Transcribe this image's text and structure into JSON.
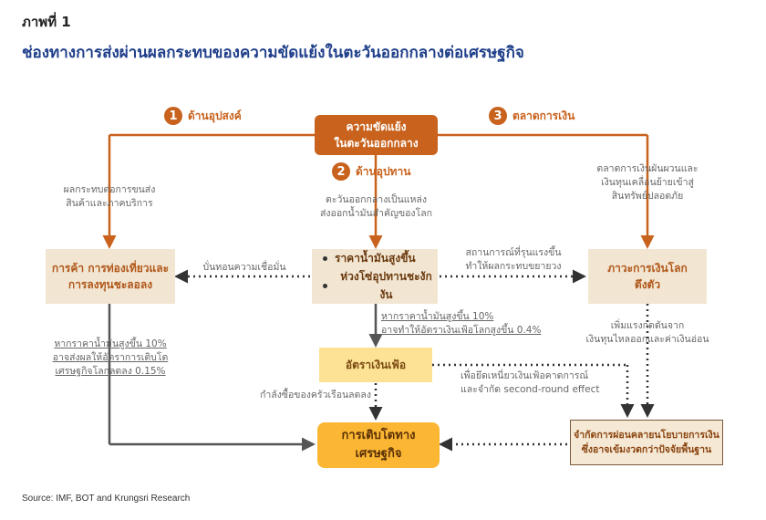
{
  "figure_label": "ภาพที่ 1",
  "title": "ช่องทางการส่งผ่านผลกระทบของความขัดแย้งในตะวันออกกลางต่อเศรษฐกิจ",
  "center_box": [
    "ความขัดแย้ง",
    "ในตะวันออกกลาง"
  ],
  "channels": [
    {
      "number": "1",
      "label": "ด้านอุปสงค์"
    },
    {
      "number": "2",
      "label": "ด้านอุปทาน"
    },
    {
      "number": "3",
      "label": "ตลาดการเงิน"
    }
  ],
  "left_box": [
    "การค้า การท่องเที่ยวและ",
    "การลงทุนชะลอลง"
  ],
  "middle_box": [
    "ราคาน้ำมันสูงขึ้น",
    "ห่วงโซ่อุปทานชะงักงัน"
  ],
  "right_box": [
    "ภาวะการเงินโลก",
    "ตึงตัว"
  ],
  "inflation_box": "อัตราเงินเฟ้อ",
  "growth_box": [
    "การเติบโตทาง",
    "เศรษฐกิจ"
  ],
  "policy_box": [
    "จำกัดการผ่อนคลายนโยบายการเงิน",
    "ซึ่งอาจเข้มงวดกว่าปัจจัยพื้นฐาน"
  ],
  "notes": {
    "demand_effect": [
      "ผลกระทบต่อการขนส่ง",
      "สินค้าและภาคบริการ"
    ],
    "supply_effect": [
      "ตะวันออกกลางเป็นแหล่ง",
      "ส่งออกน้ำมันสำคัญของโลก"
    ],
    "finance_effect": [
      "ตลาดการเงินผันผวนและ",
      "เงินทุนเคลื่อนย้ายเข้าสู่",
      "สินทรัพย์ปลอดภัย"
    ],
    "confidence": "บั่นทอนความเชื่อมั่น",
    "escalation": [
      "สถานการณ์ที่รุนแรงขึ้น",
      "ทำให้ผลกระทบขยายวง"
    ],
    "oil_inflation": [
      "หากราคาน้ำมันสูงขึ้น 10%",
      "อาจทำให้อัตราเงินเฟ้อโลกสูงขึ้น 0.4%"
    ],
    "oil_growth": [
      "หากราคาน้ำมันสูงขึ้น 10%",
      "อาจส่งผลให้อัตราการเติบโต",
      "เศรษฐกิจโลกลดลง 0.15%"
    ],
    "capital_outflow": [
      "เพิ่มแรงกดดันจาก",
      "เงินทุนไหลออกและค่าเงินอ่อน"
    ],
    "purchasing_power": "กำลังซื้อของครัวเรือนลดลง",
    "second_round": [
      "เพื่อยึดเหนี่ยวเงินเฟ้อคาดการณ์",
      "และจำกัด second-round effect"
    ]
  },
  "source": "Source: IMF, BOT and Krungsri Research"
}
